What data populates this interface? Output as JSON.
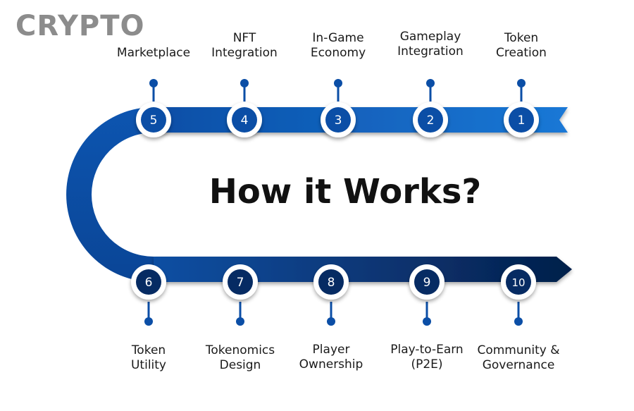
{
  "logo": {
    "text": "CRYPTO"
  },
  "heading": {
    "text": "How it Works?"
  },
  "colors": {
    "band_light": "#1a72d0",
    "band_mid": "#0b4ea6",
    "band_dark": "#062b63",
    "badge_number": "#0b4ea6",
    "stem": "#0b4ea6",
    "text": "#1a1a1a"
  },
  "steps": [
    {
      "number": "1",
      "label": "Token\nCreation"
    },
    {
      "number": "2",
      "label": "Gameplay\nIntegration"
    },
    {
      "number": "3",
      "label": "In-Game\nEconomy"
    },
    {
      "number": "4",
      "label": "NFT\nIntegration"
    },
    {
      "number": "5",
      "label": "Marketplace"
    },
    {
      "number": "6",
      "label": "Token\nUtility"
    },
    {
      "number": "7",
      "label": "Tokenomics\nDesign"
    },
    {
      "number": "8",
      "label": "Player\nOwnership"
    },
    {
      "number": "9",
      "label": "Play-to-Earn\n(P2E)"
    },
    {
      "number": "10",
      "label": "Community &\nGovernance"
    }
  ]
}
